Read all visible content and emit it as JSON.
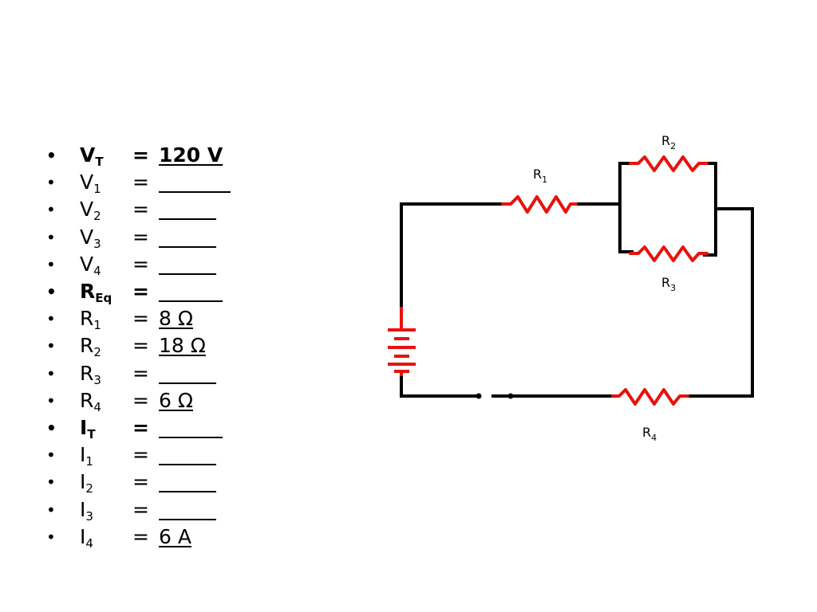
{
  "rows": [
    {
      "sym": "V",
      "sub": "T",
      "eq": "=",
      "value": "120 V",
      "bold": true
    },
    {
      "sym": "V",
      "sub": "1",
      "eq": "=",
      "value": "",
      "bold": false
    },
    {
      "sym": "V",
      "sub": "2",
      "eq": "=",
      "value": "",
      "bold": false
    },
    {
      "sym": "V",
      "sub": "3",
      "eq": "=",
      "value": "",
      "bold": false
    },
    {
      "sym": "V",
      "sub": "4",
      "eq": "=",
      "value": "",
      "bold": false
    },
    {
      "sym": "R",
      "sub": "Eq",
      "eq": "=",
      "value": "",
      "bold": true
    },
    {
      "sym": "R",
      "sub": "1",
      "eq": "=",
      "value": "8 Ω",
      "bold": false
    },
    {
      "sym": "R",
      "sub": "2",
      "eq": "=",
      "value": "18 Ω",
      "bold": false
    },
    {
      "sym": "R",
      "sub": "3",
      "eq": "=",
      "value": "",
      "bold": false
    },
    {
      "sym": "R",
      "sub": "4",
      "eq": "=",
      "value": "6 Ω",
      "bold": false
    },
    {
      "sym": "I",
      "sub": "T",
      "eq": "=",
      "value": "",
      "bold": true
    },
    {
      "sym": "I",
      "sub": "1",
      "eq": "=",
      "value": "",
      "bold": false
    },
    {
      "sym": "I",
      "sub": "2",
      "eq": "=",
      "value": "",
      "bold": false
    },
    {
      "sym": "I",
      "sub": "3",
      "eq": "=",
      "value": "",
      "bold": false
    },
    {
      "sym": "I",
      "sub": "4",
      "eq": "=",
      "value": "6 A",
      "bold": false
    }
  ],
  "bullet": "•",
  "circuit": {
    "labels": {
      "r1": {
        "main": "R",
        "sub": "1"
      },
      "r2": {
        "main": "R",
        "sub": "2"
      },
      "r3": {
        "main": "R",
        "sub": "3"
      },
      "r4": {
        "main": "R",
        "sub": "4"
      }
    },
    "colors": {
      "wire": "#000000",
      "component": "#e8120c"
    }
  }
}
